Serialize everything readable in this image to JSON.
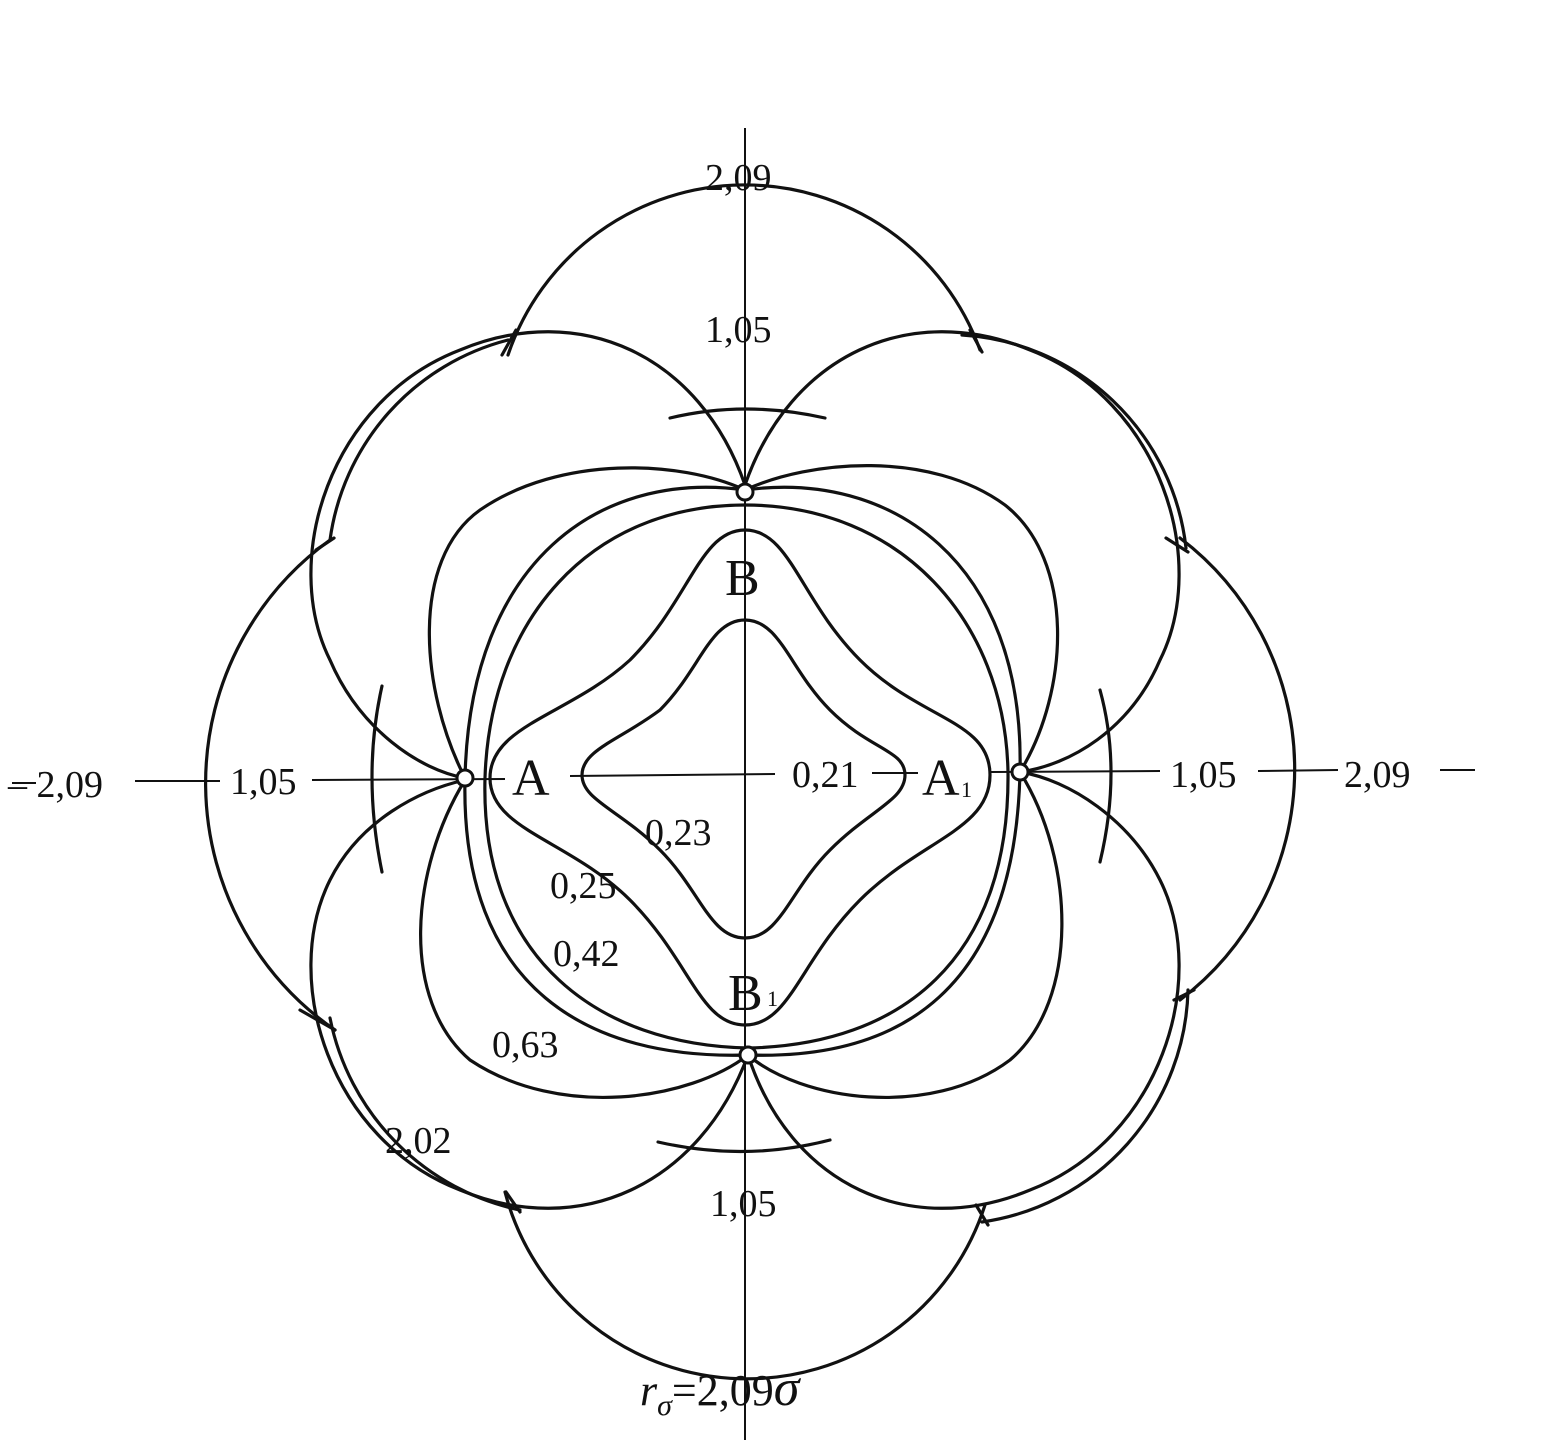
{
  "axis_labels": {
    "top_outer": "2,09",
    "top_inner": "1,05",
    "bottom_inner": "1,05",
    "left_outer": "– 2,09",
    "left_inner": "1,05",
    "right_inner": "1,05",
    "right_outer": "2,09"
  },
  "points": {
    "A": "A",
    "A1": "A",
    "A1_sub": "1",
    "B": "B",
    "B1": "B",
    "B1_sub": "1"
  },
  "contour_labels": {
    "c021": "0,21",
    "c023": "0,23",
    "c025": "0,25",
    "c042": "0,42",
    "c063": "0,63",
    "c202": "2,02"
  },
  "formula": {
    "r": "r",
    "sub": "σ",
    "rest": "=2,09",
    "sigma": "σ"
  }
}
